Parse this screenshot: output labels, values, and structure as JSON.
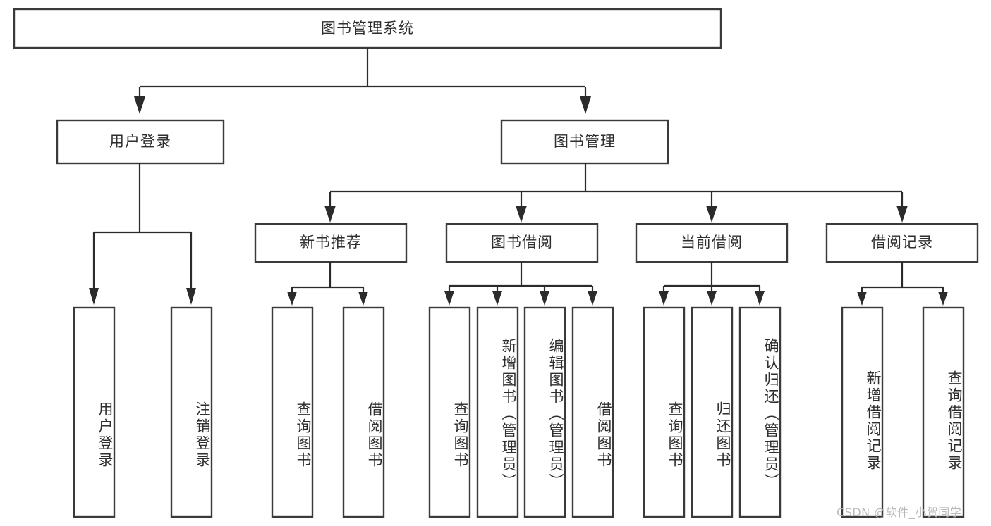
{
  "diagram": {
    "title": "图书管理系统",
    "watermark": "CSDN @软件_小贺同学",
    "colors": {
      "box_stroke": "#3a3a3a",
      "connector": "#2b2b2b",
      "text": "#2e2e2e",
      "background": "#ffffff",
      "watermark": "#b9b9b9"
    },
    "levels": {
      "level1": [
        {
          "id": "root",
          "label": "图书管理系统",
          "orientation": "horizontal"
        }
      ],
      "level2": [
        {
          "id": "user-login",
          "label": "用户登录",
          "orientation": "horizontal"
        },
        {
          "id": "book-management",
          "label": "图书管理",
          "orientation": "horizontal"
        }
      ],
      "level3": [
        {
          "id": "new-book-recommend",
          "label": "新书推荐",
          "orientation": "horizontal"
        },
        {
          "id": "book-borrow",
          "label": "图书借阅",
          "orientation": "horizontal"
        },
        {
          "id": "current-borrow",
          "label": "当前借阅",
          "orientation": "horizontal"
        },
        {
          "id": "borrow-record",
          "label": "借阅记录",
          "orientation": "horizontal"
        }
      ],
      "level4": [
        {
          "id": "leaf-user-login",
          "label": "用户登录",
          "parent": "user-login",
          "orientation": "vertical"
        },
        {
          "id": "leaf-logout-login",
          "label": "注销登录",
          "parent": "user-login",
          "orientation": "vertical"
        },
        {
          "id": "leaf-query-book-1",
          "label": "查询图书",
          "parent": "new-book-recommend",
          "orientation": "vertical"
        },
        {
          "id": "leaf-borrow-book-1",
          "label": "借阅图书",
          "parent": "new-book-recommend",
          "orientation": "vertical"
        },
        {
          "id": "leaf-query-book-2",
          "label": "查询图书",
          "parent": "book-borrow",
          "orientation": "vertical"
        },
        {
          "id": "leaf-add-book",
          "label": "新增图书（管理员）",
          "parent": "book-borrow",
          "orientation": "vertical"
        },
        {
          "id": "leaf-edit-book",
          "label": "编辑图书（管理员）",
          "parent": "book-borrow",
          "orientation": "vertical"
        },
        {
          "id": "leaf-borrow-book-2",
          "label": "借阅图书",
          "parent": "book-borrow",
          "orientation": "vertical"
        },
        {
          "id": "leaf-query-book-3",
          "label": "查询图书",
          "parent": "current-borrow",
          "orientation": "vertical"
        },
        {
          "id": "leaf-return-book",
          "label": "归还图书",
          "parent": "current-borrow",
          "orientation": "vertical"
        },
        {
          "id": "leaf-confirm-return",
          "label": "确认归还（管理员）",
          "parent": "current-borrow",
          "orientation": "vertical"
        },
        {
          "id": "leaf-add-record",
          "label": "新增借阅记录",
          "parent": "borrow-record",
          "orientation": "vertical"
        },
        {
          "id": "leaf-query-record",
          "label": "查询借阅记录",
          "parent": "borrow-record",
          "orientation": "vertical"
        }
      ]
    }
  }
}
